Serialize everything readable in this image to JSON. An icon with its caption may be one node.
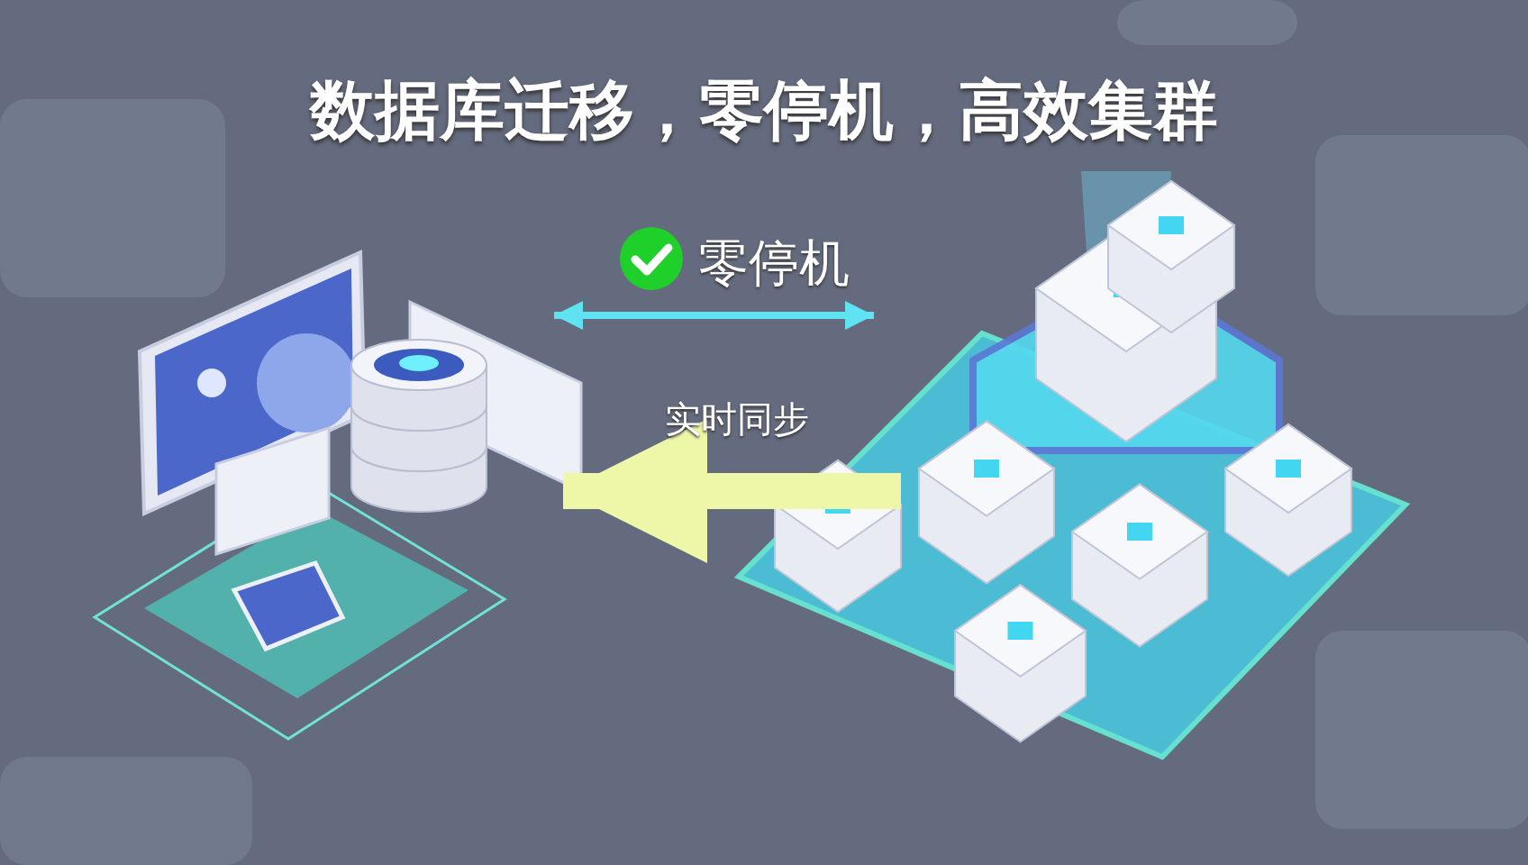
{
  "diagram": {
    "title": "数据库迁移，零停机，高效集群",
    "nodes": [
      {
        "text": [],
        "shape": "picture"
      },
      {
        "text": [],
        "shape": "picture"
      }
    ],
    "edges": [
      {
        "from": 0,
        "to": 1,
        "arrow": "both",
        "label": "零停机"
      },
      {
        "from": 1,
        "to": 0,
        "arrow": "to",
        "label": "实时同步",
        "style": "thick",
        "color": "#eef7a8"
      }
    ]
  }
}
